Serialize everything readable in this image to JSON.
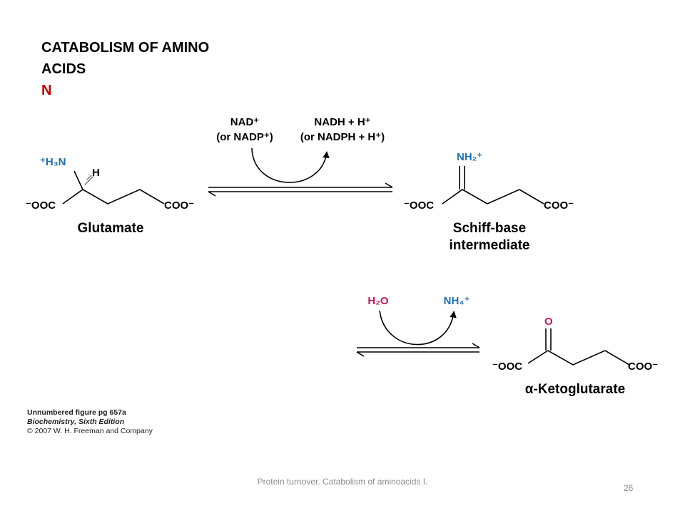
{
  "slide": {
    "title_line1": "CATABOLISM OF AMINO",
    "title_line2": "ACIDS",
    "title_line3": "N",
    "accent_color": "#c00000",
    "footer_text": "Protein turnover. Catabolism of aminoacids I.",
    "slide_number": "26"
  },
  "figure": {
    "blue_color": "#1f6fb2",
    "magenta_color": "#c2185b",
    "reaction1": {
      "cofactor_in_1": "NAD⁺",
      "cofactor_in_2": "(or NADP⁺)",
      "cofactor_out_1": "NADH + H⁺",
      "cofactor_out_2": "(or NADPH + H⁺)"
    },
    "reaction2": {
      "reactant": "H₂O",
      "product": "NH₄⁺"
    },
    "glutamate": {
      "amino_group": "⁺H₃N",
      "hydrogen": "H",
      "left_carboxylate": "⁻OOC",
      "right_carboxylate": "COO⁻",
      "name": "Glutamate"
    },
    "schiff_base": {
      "imine_group": "NH₂⁺",
      "left_carboxylate": "⁻OOC",
      "right_carboxylate": "COO⁻",
      "name_line1": "Schiff-base",
      "name_line2": "intermediate"
    },
    "ketoglutarate": {
      "oxygen": "O",
      "left_carboxylate": "⁻OOC",
      "right_carboxylate": "COO⁻",
      "name": "α-Ketoglutarate"
    },
    "credit": {
      "line1": "Unnumbered figure pg 657a",
      "line2": "Biochemistry, Sixth Edition",
      "line3": "© 2007 W. H. Freeman and Company"
    }
  }
}
